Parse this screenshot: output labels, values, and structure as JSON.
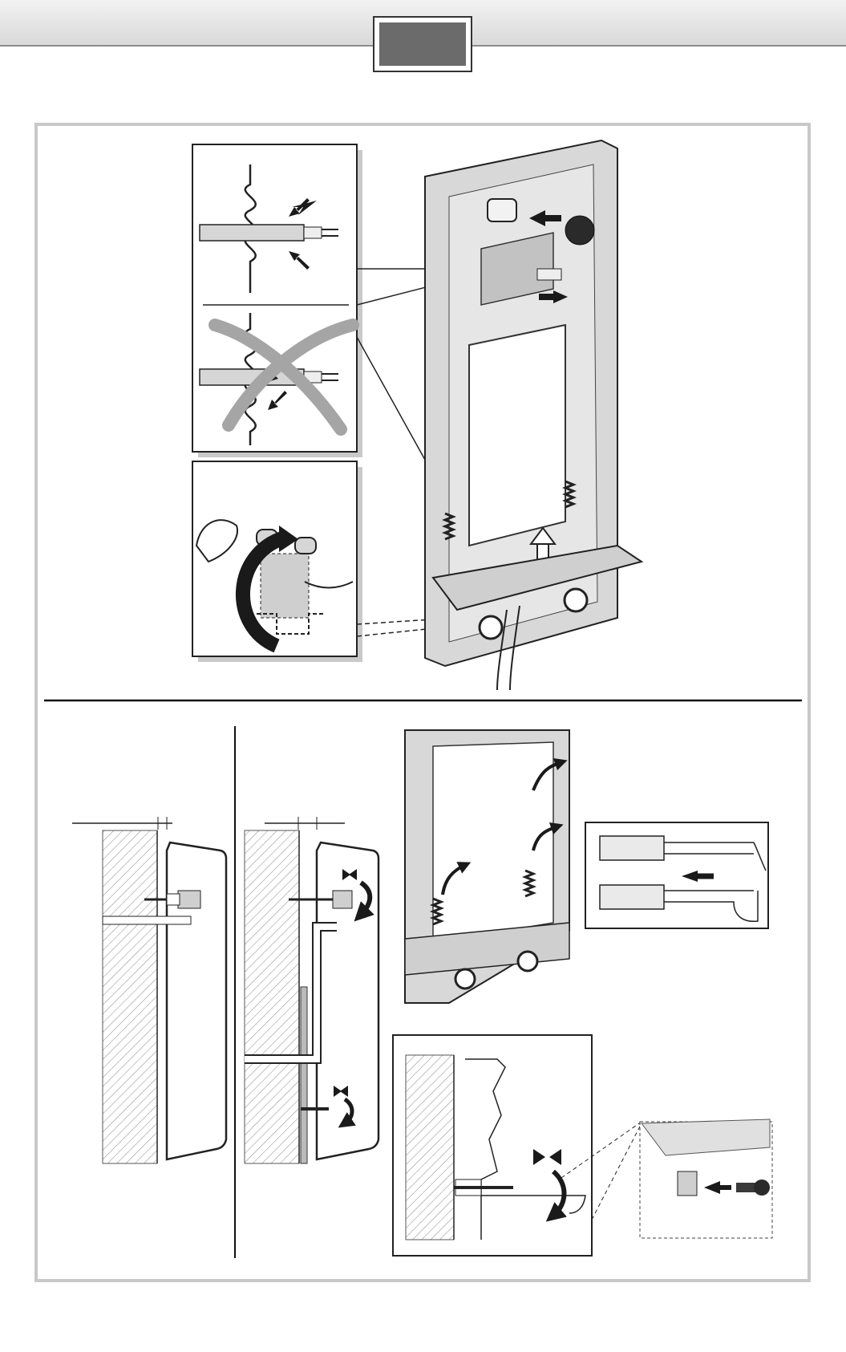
{
  "page": {
    "header_tab": "",
    "colors": {
      "frame_border": "#c8c8c8",
      "header_band": "#d9d9d9",
      "header_tab_fill": "#6b6b6b",
      "arrow": "#1a1a1a",
      "part_gray": "#d0d0d0",
      "hatch": "#888888"
    }
  },
  "figures": {
    "top": [
      "cable-strip-detail",
      "cable-cut-warning",
      "cable-clip-detail",
      "mounting-frame-assembly"
    ],
    "bottom": [
      "wall-distance-flush",
      "wall-distance-offset",
      "frame-spring-adjust",
      "screw-connector-detail",
      "wall-adjust-screw",
      "foot-screw-insert"
    ]
  }
}
